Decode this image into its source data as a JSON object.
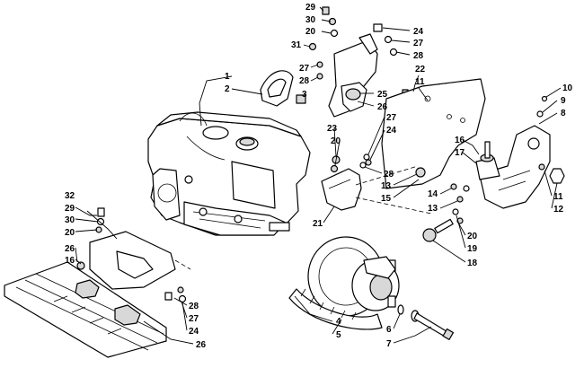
{
  "diagram": {
    "callouts": [
      {
        "id": "c29a",
        "text": "29"
      },
      {
        "id": "c30a",
        "text": "30"
      },
      {
        "id": "c20a",
        "text": "20"
      },
      {
        "id": "c31",
        "text": "31"
      },
      {
        "id": "c27a",
        "text": "27"
      },
      {
        "id": "c28a",
        "text": "28"
      },
      {
        "id": "c24a",
        "text": "24"
      },
      {
        "id": "c27b",
        "text": "27"
      },
      {
        "id": "c28b",
        "text": "28"
      },
      {
        "id": "c22",
        "text": "22"
      },
      {
        "id": "c11a",
        "text": "11"
      },
      {
        "id": "c25",
        "text": "25"
      },
      {
        "id": "c26a",
        "text": "26"
      },
      {
        "id": "c1",
        "text": "1"
      },
      {
        "id": "c2",
        "text": "2"
      },
      {
        "id": "c3",
        "text": "3"
      },
      {
        "id": "c10",
        "text": "10"
      },
      {
        "id": "c9",
        "text": "9"
      },
      {
        "id": "c8",
        "text": "8"
      },
      {
        "id": "c23",
        "text": "23"
      },
      {
        "id": "c20b",
        "text": "20"
      },
      {
        "id": "c27c",
        "text": "27"
      },
      {
        "id": "c24b",
        "text": "24"
      },
      {
        "id": "c28c",
        "text": "28"
      },
      {
        "id": "c13a",
        "text": "13"
      },
      {
        "id": "c15",
        "text": "15"
      },
      {
        "id": "c21",
        "text": "21"
      },
      {
        "id": "c16a",
        "text": "16"
      },
      {
        "id": "c17",
        "text": "17"
      },
      {
        "id": "c14",
        "text": "14"
      },
      {
        "id": "c13b",
        "text": "13"
      },
      {
        "id": "c11b",
        "text": "11"
      },
      {
        "id": "c12",
        "text": "12"
      },
      {
        "id": "c20c",
        "text": "20"
      },
      {
        "id": "c19",
        "text": "19"
      },
      {
        "id": "c18",
        "text": "18"
      },
      {
        "id": "c32",
        "text": "32"
      },
      {
        "id": "c29b",
        "text": "29"
      },
      {
        "id": "c30b",
        "text": "30"
      },
      {
        "id": "c20d",
        "text": "20"
      },
      {
        "id": "c26b",
        "text": "26"
      },
      {
        "id": "c16b",
        "text": "16"
      },
      {
        "id": "c28d",
        "text": "28"
      },
      {
        "id": "c27d",
        "text": "27"
      },
      {
        "id": "c24c",
        "text": "24"
      },
      {
        "id": "c26c",
        "text": "26"
      },
      {
        "id": "c4",
        "text": "4"
      },
      {
        "id": "c5",
        "text": "5"
      },
      {
        "id": "c6",
        "text": "6"
      },
      {
        "id": "c7",
        "text": "7"
      }
    ]
  }
}
